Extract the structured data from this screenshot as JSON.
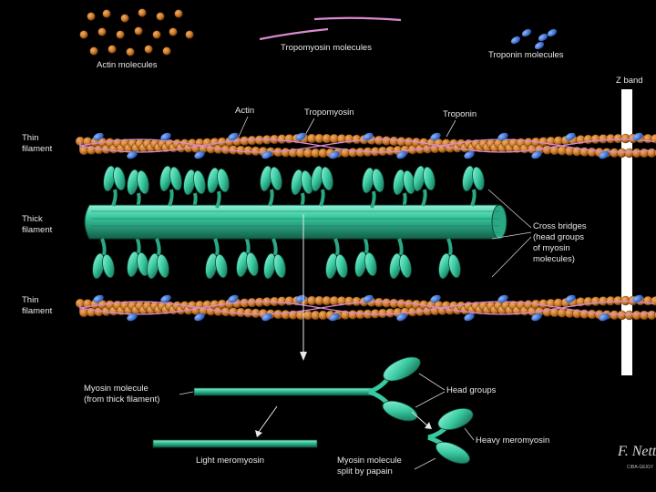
{
  "labels": {
    "actin_molecules": "Actin molecules",
    "tropomyosin_molecules": "Tropomyosin molecules",
    "troponin_molecules": "Troponin molecules",
    "z_band": "Z band",
    "actin": "Actin",
    "tropomyosin": "Tropomyosin",
    "troponin": "Troponin",
    "thin_filament_line1": "Thin",
    "thin_filament_line2": "filament",
    "thick_filament_line1": "Thick",
    "thick_filament_line2": "filament",
    "cross_bridges": [
      "Cross bridges",
      "(head groups",
      "of myosin",
      "molecules)"
    ],
    "myosin_molecule": [
      "Myosin molecule",
      "(from thick filament)"
    ],
    "head_groups": "Head groups",
    "heavy_meromyosin": "Heavy meromyosin",
    "light_meromyosin": "Light meromyosin",
    "myosin_split": [
      "Myosin molecule",
      "split by papain"
    ],
    "signature": "F. Netter",
    "signature_sub": "CIBA-GEIGY"
  },
  "colors": {
    "background": "#000000",
    "actin": "#c8782a",
    "actin_dark": "#8a4a14",
    "tropomyosin": "#d98ad0",
    "troponin": "#2f6fd6",
    "myosin": "#38c9a0",
    "myosin_dark": "#1c7a60",
    "myosin_light": "#8ff0d6",
    "z_band": "#ffffff",
    "label": "#e8e8e8",
    "leader": "#cfcfcf"
  },
  "icons": {
    "signature": "artist-signature-icon"
  }
}
